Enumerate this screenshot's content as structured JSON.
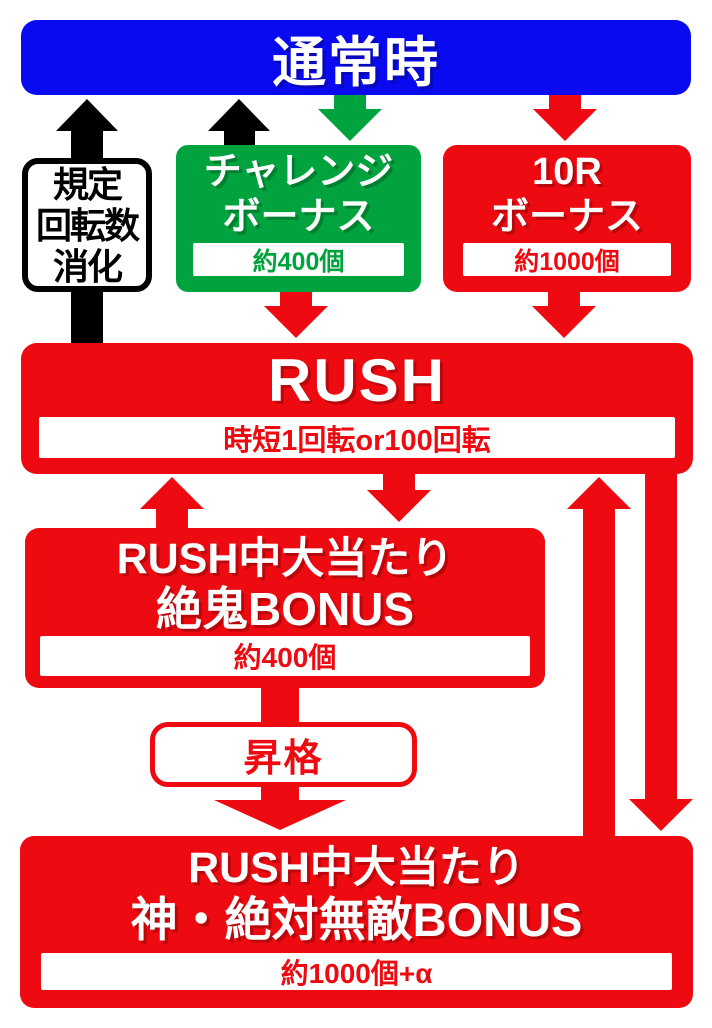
{
  "palette": {
    "red": "#ed0a10",
    "green": "#00a33d",
    "blue": "#0a0af0",
    "black": "#000000",
    "white": "#ffffff"
  },
  "diagram": {
    "normal": {
      "label": "通常時"
    },
    "spin_note": {
      "lines": [
        "規定",
        "回転数",
        "消化"
      ]
    },
    "challenge_bonus": {
      "name_line1": "チャレンジ",
      "name_line2": "ボーナス",
      "payout": "約400個"
    },
    "bonus_10r": {
      "name_line1": "10R",
      "name_line2": "ボーナス",
      "payout": "約1000個"
    },
    "rush": {
      "title": "RUSH",
      "note": "時短1回転or100回転"
    },
    "zekki_bonus": {
      "name_line1": "RUSH中大当たり",
      "name_line2": "絶鬼BONUS",
      "payout": "約400個"
    },
    "promotion": {
      "label": "昇格"
    },
    "muteki_bonus": {
      "name_line1": "RUSH中大当たり",
      "name_line2": "神・絶対無敵BONUS",
      "payout": "約1000個+α"
    }
  }
}
